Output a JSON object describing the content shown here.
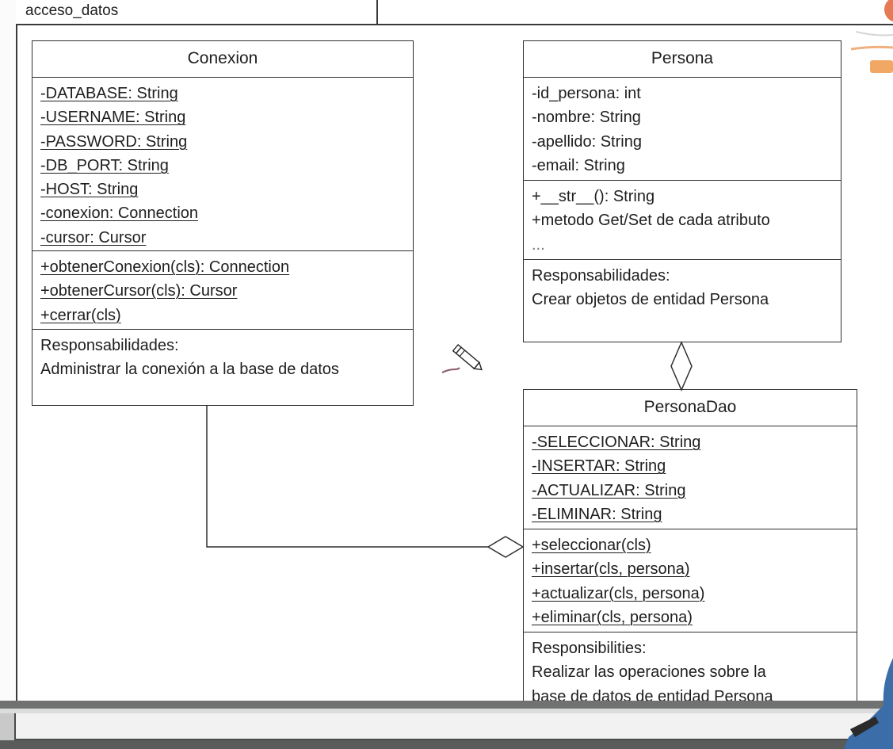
{
  "package": {
    "name": "acceso_datos"
  },
  "classes": {
    "conexion": {
      "name": "Conexion",
      "attributes": [
        "-DATABASE: String",
        "-USERNAME: String",
        "-PASSWORD: String",
        "-DB_PORT: String",
        "-HOST: String",
        "-conexion: Connection",
        "-cursor: Cursor"
      ],
      "methods": [
        "+obtenerConexion(cls): Connection",
        "+obtenerCursor(cls): Cursor",
        "+cerrar(cls)"
      ],
      "responsibilities_title": "Responsabilidades:",
      "responsibilities": "Administrar la conexión a la base de datos"
    },
    "persona": {
      "name": "Persona",
      "attributes": [
        "-id_persona: int",
        "-nombre: String",
        "-apellido: String",
        "-email: String"
      ],
      "methods": [
        "+__str__(): String",
        "+metodo Get/Set de cada atributo",
        "..."
      ],
      "responsibilities_title": "Responsabilidades:",
      "responsibilities": "Crear objetos de entidad Persona"
    },
    "persona_dao": {
      "name": "PersonaDao",
      "attributes": [
        "-SELECCIONAR: String",
        "-INSERTAR: String",
        "-ACTUALIZAR: String",
        "-ELIMINAR: String"
      ],
      "methods": [
        "+seleccionar(cls)",
        "+insertar(cls, persona)",
        "+actualizar(cls, persona)",
        "+eliminar(cls, persona)"
      ],
      "responsibilities_title": "Responsibilities:",
      "responsibilities_lines": [
        "Realizar las operaciones sobre la",
        "base de datos de entidad Persona"
      ]
    }
  },
  "relations": [
    {
      "from": "persona_dao",
      "to": "persona",
      "type": "aggregation"
    },
    {
      "from": "persona_dao",
      "to": "conexion",
      "type": "aggregation"
    }
  ],
  "colors": {
    "line": "#2f2f2f",
    "text": "#1e1e1e",
    "background": "#ffffff"
  },
  "icons": [
    "pencil-cursor-icon"
  ]
}
